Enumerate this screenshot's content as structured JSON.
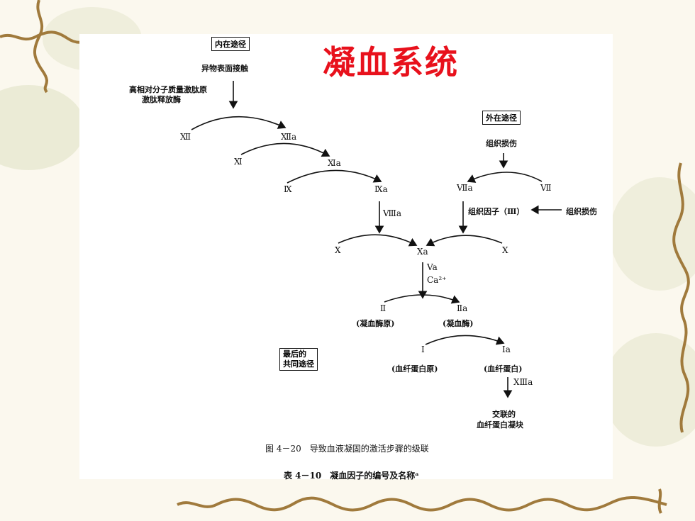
{
  "title": "凝血系统",
  "intrinsic": {
    "box": "内在途径",
    "contact": "异物表面接触",
    "hmwk_1": "高相对分子质量激肽原",
    "hmwk_2": "激肽释放酶",
    "f12": "Ⅻ",
    "f12a": "Ⅻa",
    "f11": "Ⅺ",
    "f11a": "Ⅺa",
    "f9": "Ⅸ",
    "f9a": "Ⅸa",
    "f8a": "Ⅷa"
  },
  "extrinsic": {
    "box": "外在途径",
    "injury_top": "组织损伤",
    "f7a": "Ⅶa",
    "f7": "Ⅶ",
    "tissue_factor": "组织因子（Ⅲ）",
    "injury_right": "组织损伤"
  },
  "common": {
    "box_1": "最后的",
    "box_2": "共同途径",
    "f10_left": "Ⅹ",
    "f10a": "Ⅹa",
    "f10_right": "Ⅹ",
    "f5a": "Va",
    "ca": "Ca²⁺",
    "f2": "Ⅱ",
    "f2a": "Ⅱa",
    "prothrombin": "(凝血酶原)",
    "thrombin": "(凝血酶)",
    "f1": "Ⅰ",
    "f1a": "Ⅰa",
    "fibrinogen": "(血纤蛋白原)",
    "fibrin": "(血纤蛋白)",
    "f13a": "ⅩⅢa",
    "clot_1": "交联的",
    "clot_2": "血纤蛋白凝块"
  },
  "captions": {
    "figure": "图 4－20　导致血液凝固的激活步骤的级联",
    "table": "表 4－10　凝血因子的编号及名称ᵃ"
  }
}
